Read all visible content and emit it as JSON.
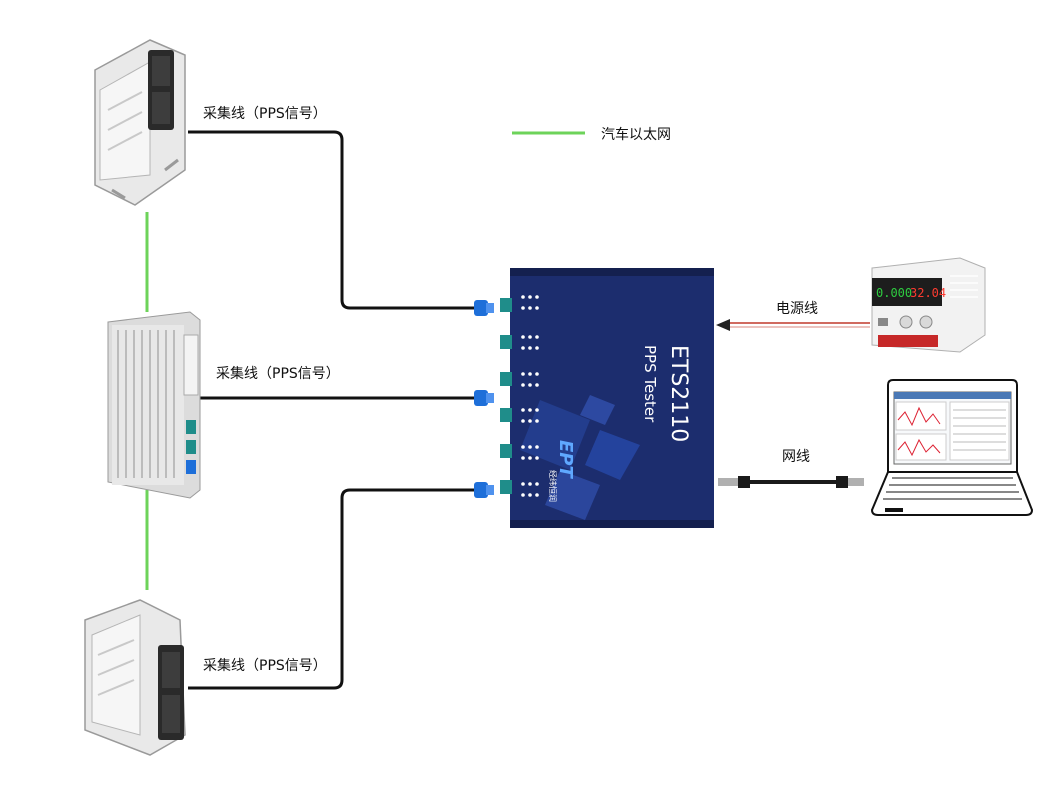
{
  "labels": {
    "cable_top": "采集线（PPS信号）",
    "cable_middle": "采集线（PPS信号）",
    "cable_bottom": "采集线（PPS信号）",
    "legend_ethernet": "汽车以太网",
    "power_cable": "电源线",
    "network_cable": "网线"
  },
  "tester": {
    "model": "ETS2110",
    "name": "PPS Tester",
    "brand": "EPT",
    "brand_sub": "经纬恒润"
  },
  "power_supply": {
    "voltage": "0.000",
    "current": "32.04"
  },
  "colors": {
    "ethernet_line": "#6dd35a",
    "cable": "#111111",
    "tester_body": "#1c2d6e",
    "connector": "#1e6fd9",
    "power_arrow": "#c0392b"
  }
}
